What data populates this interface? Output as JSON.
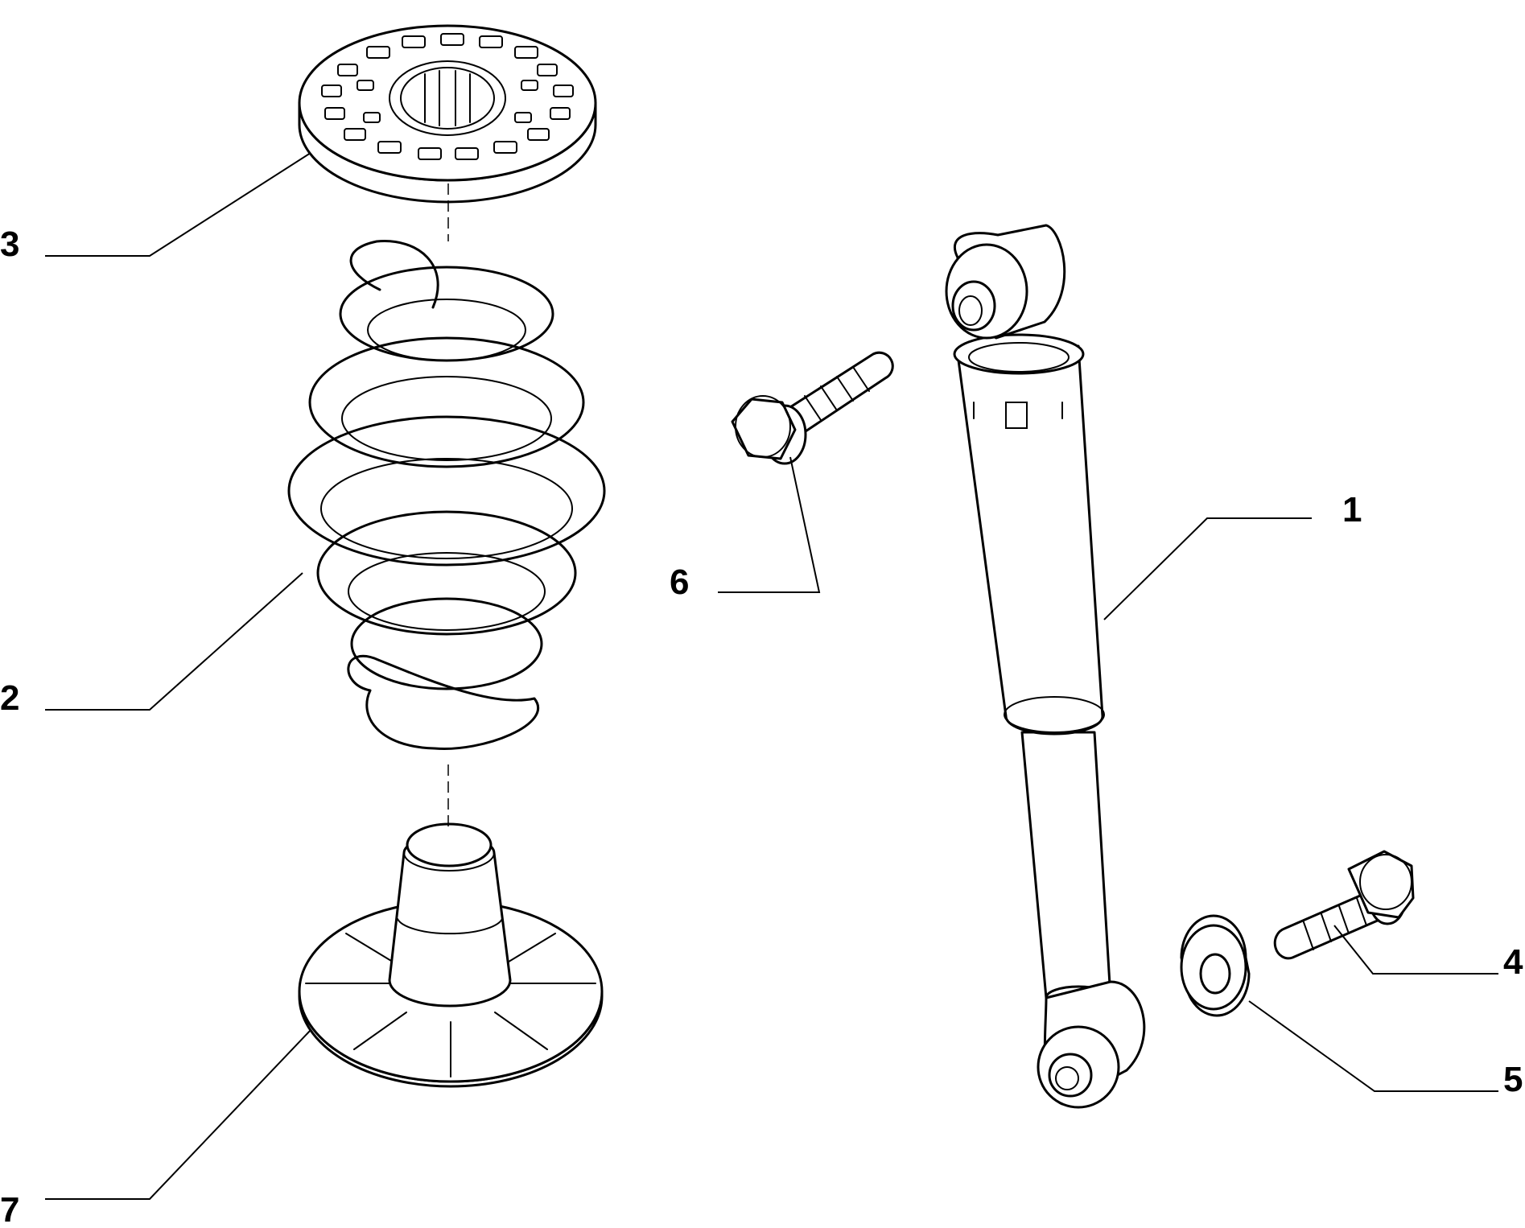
{
  "diagram": {
    "line_color": "#000000",
    "background": "#ffffff",
    "callouts": [
      {
        "id": "callout-1",
        "label": "1",
        "part": "shock-absorber"
      },
      {
        "id": "callout-2",
        "label": "2",
        "part": "coil-spring"
      },
      {
        "id": "callout-3",
        "label": "3",
        "part": "upper-spring-seat"
      },
      {
        "id": "callout-4",
        "label": "4",
        "part": "lower-mounting-bolt"
      },
      {
        "id": "callout-5",
        "label": "5",
        "part": "washer"
      },
      {
        "id": "callout-6",
        "label": "6",
        "part": "upper-mounting-bolt"
      },
      {
        "id": "callout-7",
        "label": "7",
        "part": "lower-spring-seat-bump-stop"
      }
    ]
  }
}
